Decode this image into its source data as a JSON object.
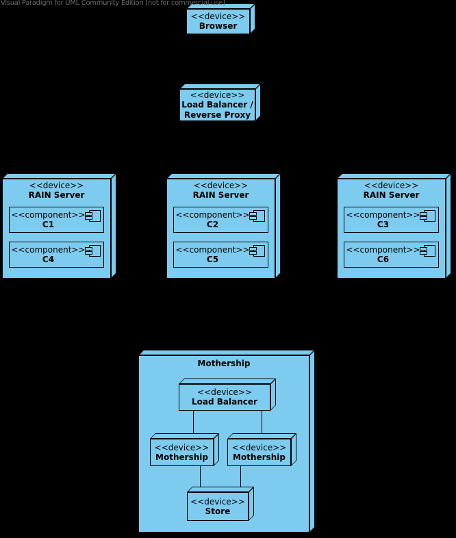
{
  "watermark": {
    "text": "Visual Paradigm for UML Community Edition [not for commercial use]"
  },
  "colors": {
    "background": "#000000",
    "node_fill": "#7DCBEE",
    "border": "#000000",
    "watermark_text": "#6B6B6B"
  },
  "diagram": {
    "browser": {
      "stereotype": "<<device>>",
      "name": "Browser"
    },
    "reverse_proxy": {
      "stereotype": "<<device>>",
      "name": "Load Balancer /\nReverse Proxy"
    },
    "rain_servers": [
      {
        "stereotype": "<<device>>",
        "name": "RAIN Server",
        "components": [
          {
            "stereotype": "<<component>>",
            "name": "C1"
          },
          {
            "stereotype": "<<component>>",
            "name": "C4"
          }
        ]
      },
      {
        "stereotype": "<<device>>",
        "name": "RAIN Server",
        "components": [
          {
            "stereotype": "<<component>>",
            "name": "C2"
          },
          {
            "stereotype": "<<component>>",
            "name": "C5"
          }
        ]
      },
      {
        "stereotype": "<<device>>",
        "name": "RAIN Server",
        "components": [
          {
            "stereotype": "<<component>>",
            "name": "C3"
          },
          {
            "stereotype": "<<component>>",
            "name": "C6"
          }
        ]
      }
    ],
    "mothership_group": {
      "name": "Mothership",
      "load_balancer": {
        "stereotype": "<<device>>",
        "name": "Load Balancer"
      },
      "node_left": {
        "stereotype": "<<device>>",
        "name": "Mothership"
      },
      "node_right": {
        "stereotype": "<<device>>",
        "name": "Mothership"
      },
      "store": {
        "stereotype": "<<device>>",
        "name": "Store"
      },
      "edges": [
        {
          "from": "load-balancer",
          "to": "mothership-node-left"
        },
        {
          "from": "load-balancer",
          "to": "mothership-node-right"
        },
        {
          "from": "mothership-node-left",
          "to": "store"
        },
        {
          "from": "mothership-node-right",
          "to": "store"
        }
      ]
    }
  }
}
